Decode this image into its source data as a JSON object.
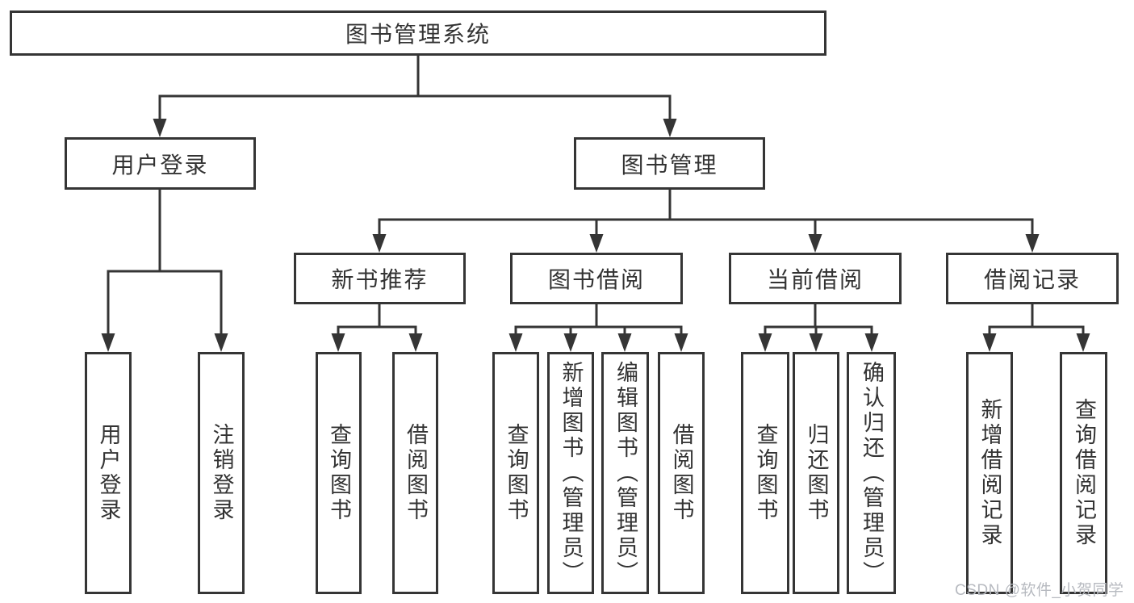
{
  "diagram": {
    "title": "图书管理系统",
    "root": {
      "label": "图书管理系统"
    },
    "branches": [
      {
        "label": "用户登录",
        "children": [
          {
            "label": "用户登录"
          },
          {
            "label": "注销登录"
          }
        ]
      },
      {
        "label": "图书管理",
        "children": [
          {
            "label": "新书推荐",
            "children": [
              {
                "label": "查询图书"
              },
              {
                "label": "借阅图书"
              }
            ]
          },
          {
            "label": "图书借阅",
            "children": [
              {
                "label": "查询图书"
              },
              {
                "label": "新增图书（管理员）"
              },
              {
                "label": "编辑图书（管理员）"
              },
              {
                "label": "借阅图书"
              }
            ]
          },
          {
            "label": "当前借阅",
            "children": [
              {
                "label": "查询图书"
              },
              {
                "label": "归还图书"
              },
              {
                "label": "确认归还（管理员）"
              }
            ]
          },
          {
            "label": "借阅记录",
            "children": [
              {
                "label": "新增借阅记录"
              },
              {
                "label": "查询借阅记录"
              }
            ]
          }
        ]
      }
    ]
  },
  "watermark": "CSDN @软件_小贺同学",
  "colors": {
    "line": "#353535",
    "text": "#333333",
    "background": "#ffffff",
    "watermark": "#b7bac0"
  }
}
